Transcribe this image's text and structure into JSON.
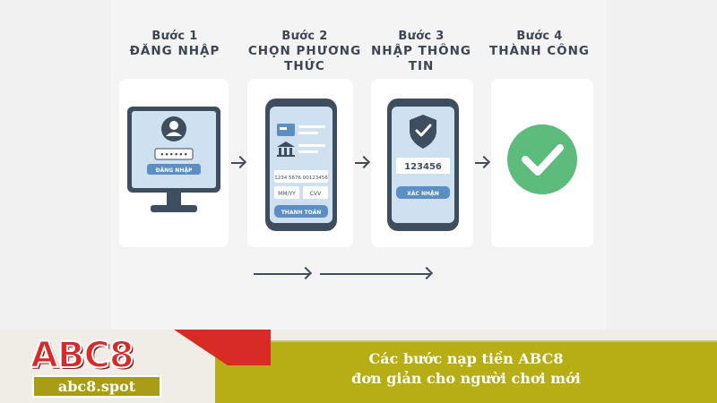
{
  "steps": [
    {
      "label": "Bước 1",
      "name": "ĐĂNG NHẬP"
    },
    {
      "label": "Bước 2",
      "name_line1": "CHỌN PHƯƠNG",
      "name_line2": "THỨC"
    },
    {
      "label": "Bước 3",
      "name": "NHẬP THÔNG TIN"
    },
    {
      "label": "Bước 4",
      "name": "THÀNH CÔNG"
    }
  ],
  "login_card": {
    "button_label": "ĐĂNG NHẬP",
    "password_dots": "••••••"
  },
  "payment_card": {
    "card_number": "1234 5676 00123456",
    "expiry_placeholder": "MM/YY",
    "cvv_placeholder": "CVV",
    "button_label": "THANH TOÁN"
  },
  "verify_card": {
    "code": "123456",
    "button_label": "XÁC NHẬN"
  },
  "banner": {
    "logo_text": "ABC8",
    "site": "abc8.spot",
    "caption_line1": "Các bước nạp tiền ABC8",
    "caption_line2": "đơn giản cho người chơi mới"
  },
  "colors": {
    "dark_slate": "#3f4e5e",
    "screen_blue": "#cfe0f0",
    "button_blue": "#5b8fc4",
    "success_green": "#5dbb7b",
    "banner_olive": "#b7ad14",
    "logo_red": "#d72a2a"
  },
  "icons": [
    "user-icon",
    "credit-card-icon",
    "bank-icon",
    "shield-check-icon",
    "check-circle-icon",
    "arrow-right-icon"
  ]
}
